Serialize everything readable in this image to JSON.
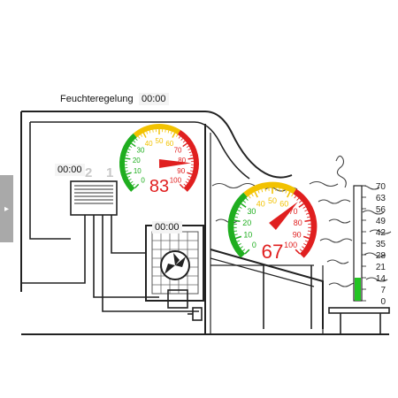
{
  "header": {
    "title": "Feuchteregelung",
    "time": "00:00"
  },
  "controller": {
    "time": "00:00",
    "channel_1": "2",
    "channel_2": "1"
  },
  "fan": {
    "time": "00:00"
  },
  "side_tab": {
    "icon": "chevron-right-icon"
  },
  "gauges": [
    {
      "id": "gauge-1",
      "value": "83",
      "ticks": [
        "0",
        "10",
        "20",
        "30",
        "40",
        "50",
        "60",
        "70",
        "80",
        "90",
        "100"
      ]
    },
    {
      "id": "gauge-2",
      "value": "67",
      "ticks": [
        "0",
        "10",
        "20",
        "30",
        "40",
        "50",
        "60",
        "70",
        "80",
        "90",
        "100"
      ]
    }
  ],
  "level_bar": {
    "ticks": [
      "70",
      "63",
      "56",
      "49",
      "42",
      "35",
      "28",
      "21",
      "14",
      "7",
      "0"
    ],
    "fill_value": 14,
    "max": 70
  },
  "colors": {
    "green": "#1fae1f",
    "yellow": "#f2c200",
    "red": "#e01f1f",
    "sky": "#bfe0f3",
    "bar_fill": "#22c422"
  }
}
